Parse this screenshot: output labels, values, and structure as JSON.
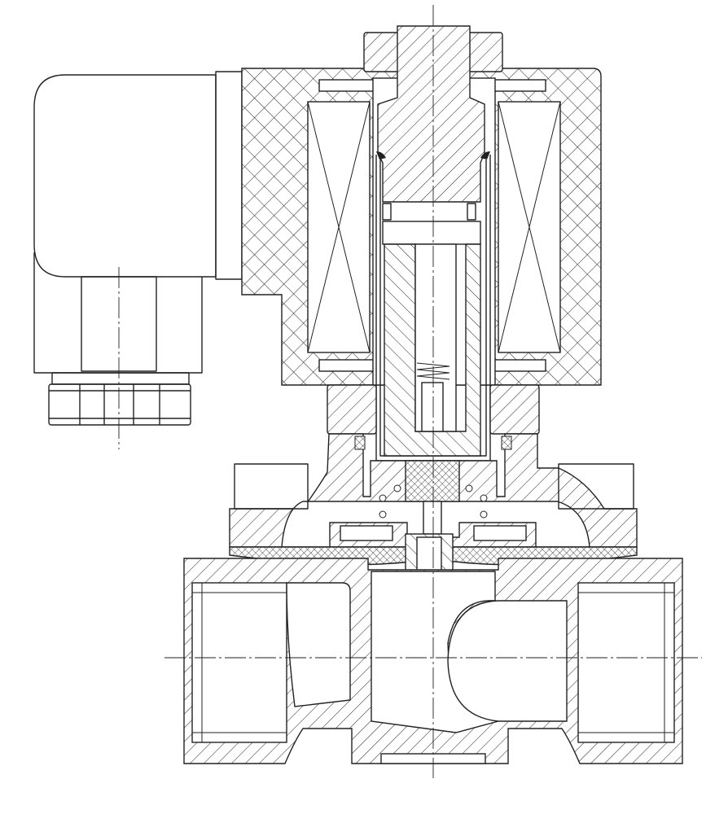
{
  "drawing": {
    "type": "cross-section technical drawing",
    "subject": "solenoid valve",
    "components": [
      "coil-connector-housing",
      "cable-gland",
      "yoke-nut",
      "coil-encapsulation",
      "coil-windings",
      "plunger-tube",
      "fixed-core",
      "plunger",
      "springs",
      "bonnet",
      "diaphragm",
      "valve-body",
      "inlet-port",
      "outlet-port"
    ],
    "colors": {
      "line": "#222222",
      "background": "#ffffff"
    }
  }
}
